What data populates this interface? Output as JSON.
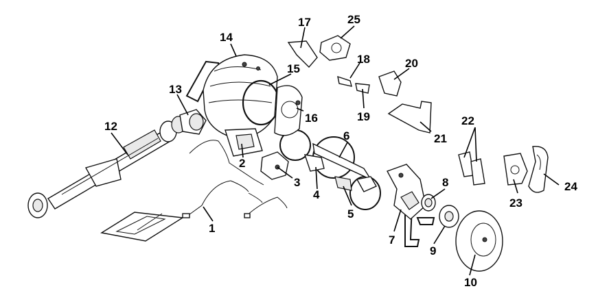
{
  "diagram": {
    "callouts": [
      {
        "id": "1",
        "label": "1"
      },
      {
        "id": "2",
        "label": "2"
      },
      {
        "id": "3",
        "label": "3"
      },
      {
        "id": "4",
        "label": "4"
      },
      {
        "id": "5",
        "label": "5"
      },
      {
        "id": "6",
        "label": "6"
      },
      {
        "id": "7",
        "label": "7"
      },
      {
        "id": "8",
        "label": "8"
      },
      {
        "id": "9",
        "label": "9"
      },
      {
        "id": "10",
        "label": "10"
      },
      {
        "id": "12",
        "label": "12"
      },
      {
        "id": "13",
        "label": "13"
      },
      {
        "id": "14",
        "label": "14"
      },
      {
        "id": "15",
        "label": "15"
      },
      {
        "id": "16",
        "label": "16"
      },
      {
        "id": "17",
        "label": "17"
      },
      {
        "id": "18",
        "label": "18"
      },
      {
        "id": "19",
        "label": "19"
      },
      {
        "id": "20",
        "label": "20"
      },
      {
        "id": "21",
        "label": "21"
      },
      {
        "id": "22",
        "label": "22"
      },
      {
        "id": "23",
        "label": "23"
      },
      {
        "id": "24",
        "label": "24"
      },
      {
        "id": "25",
        "label": "25"
      }
    ]
  }
}
